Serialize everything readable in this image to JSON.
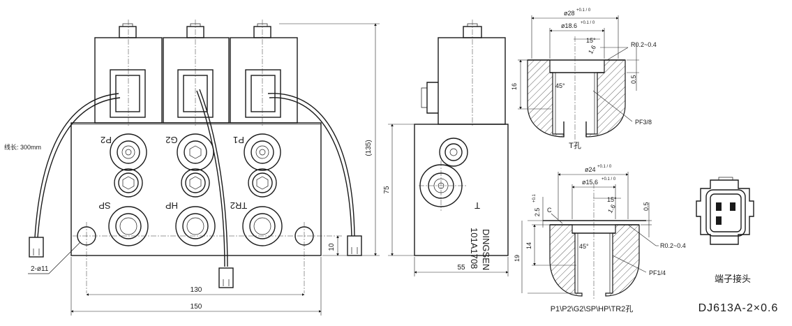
{
  "front_view": {
    "port_labels_top": [
      "P2",
      "G2",
      "P1"
    ],
    "port_labels_bottom": [
      "SP",
      "HP",
      "TR2"
    ],
    "wire_note": "线长: 300mm",
    "hole_note": "2-ø11",
    "dim_width_total": "150",
    "dim_width_holes": "130",
    "dim_height_total": "(135)",
    "dim_bottom": "10"
  },
  "side_view": {
    "port_label": "T",
    "marking_brand": "DINGSEN",
    "marking_model": "101A1708",
    "dim_height": "75",
    "dim_width": "55"
  },
  "section_t": {
    "dim_outer": "ø28",
    "dim_inner": "ø18.6",
    "tol_outer": "+0.1 / 0",
    "tol_inner": "+0.1 / 0",
    "angle_top": "15°",
    "angle_chamfer": "45°",
    "roughness": "1.6",
    "radius": "R0.2~0.4",
    "depth": "16",
    "depth_small": "0.5",
    "thread": "PF3/8",
    "caption": "T孔"
  },
  "section_p": {
    "dim_outer": "ø24",
    "dim_inner": "ø15.6",
    "tol_outer": "+0.1 / 0",
    "tol_inner": "+0.1 / 0",
    "angle_top": "15°",
    "angle_chamfer": "45°",
    "roughness": "1.6",
    "radius": "R0.2~0.4",
    "depth_total": "19",
    "depth": "14",
    "depth_top": "2.5",
    "depth_top_tol": "+0.1",
    "depth_small": "0.5",
    "chamfer": "C",
    "thread": "PF1/4",
    "caption": "P1\\P2\\G2\\SP\\HP\\TR2孔"
  },
  "connector": {
    "caption": "端子接头",
    "model": "DJ613A-2×0.6"
  }
}
